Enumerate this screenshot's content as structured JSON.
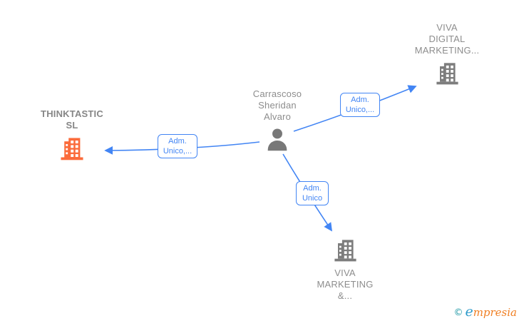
{
  "colors": {
    "edge_blue": "#4285F4",
    "node_label_gray": "#8D8D8D",
    "building_gray": "#7D7D7D",
    "building_orange": "#FB6B3B",
    "logo_copyright_teal": "#1E98A5",
    "logo_e_blue": "#2E9BCB",
    "logo_rest_orange": "#F07F23"
  },
  "person": {
    "name": "Carrascoso\nSheridan\nAlvaro"
  },
  "companies": {
    "thinktastic": {
      "name": "THINKTASTIC\nSL"
    },
    "viva_digital": {
      "name": "VIVA\nDIGITAL\nMARKETING..."
    },
    "viva_marketing": {
      "name": "VIVA\nMARKETING\n&..."
    }
  },
  "edges": {
    "to_thinktastic": {
      "label": "Adm.\nUnico,..."
    },
    "to_viva_digital": {
      "label": "Adm.\nUnico,..."
    },
    "to_viva_marketing": {
      "label": "Adm.\nUnico"
    }
  },
  "footer": {
    "copyright": "©",
    "brand_first_letter": "e",
    "brand_rest": "mpresia"
  }
}
